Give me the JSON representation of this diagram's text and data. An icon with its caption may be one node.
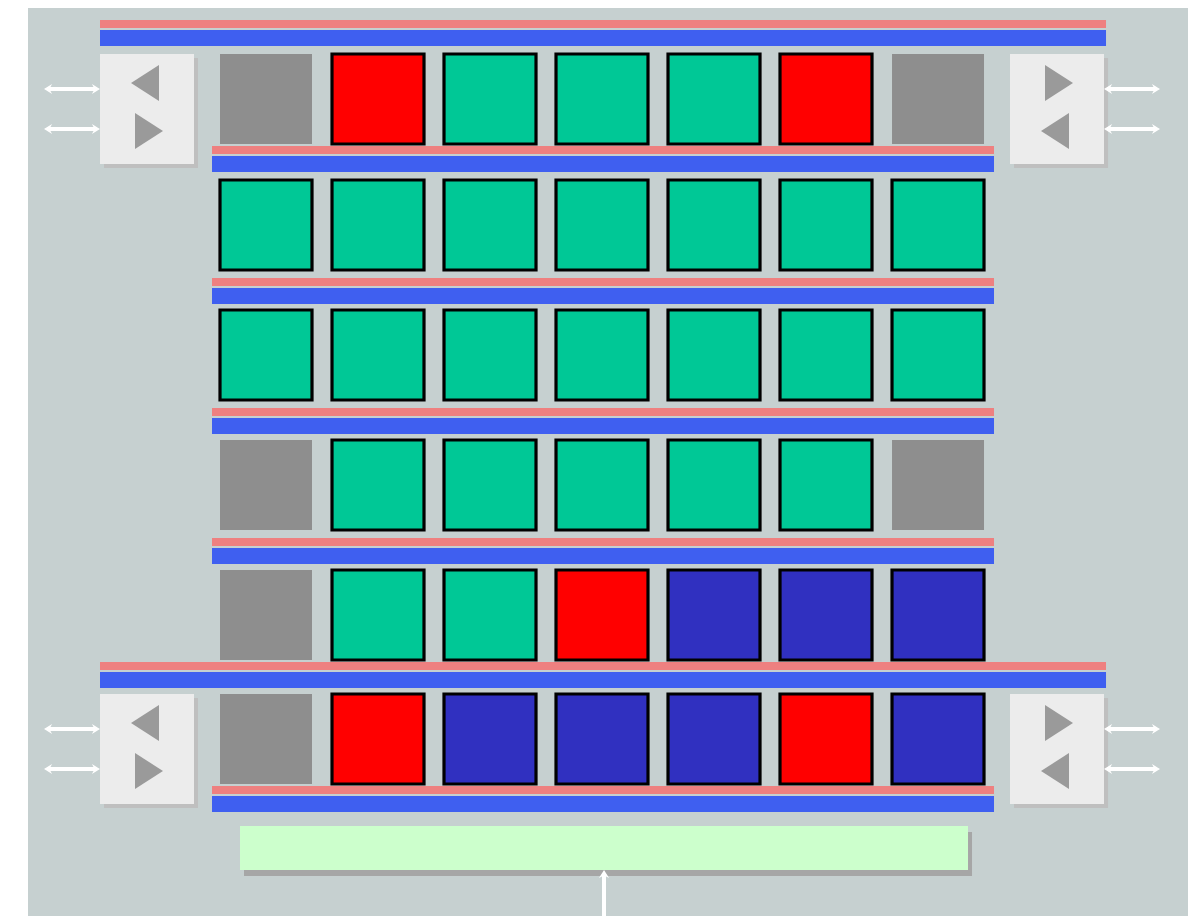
{
  "diagram": {
    "nodes": [
      {
        "text": [],
        "shape": "box"
      },
      {
        "text": [],
        "shape": "box"
      },
      {
        "text": [],
        "shape": "box"
      },
      {
        "text": [],
        "shape": "box"
      },
      {
        "text": [],
        "shape": "box"
      },
      {
        "text": [],
        "shape": "box"
      },
      {
        "text": [],
        "shape": "box"
      },
      {
        "text": [],
        "shape": "box"
      },
      {
        "text": [],
        "shape": "box"
      },
      {
        "text": [],
        "shape": "box"
      },
      {
        "text": [],
        "shape": "box"
      },
      {
        "text": [],
        "shape": "box"
      },
      {
        "text": [],
        "shape": "box"
      },
      {
        "text": [],
        "shape": "box"
      },
      {
        "text": [],
        "shape": "box"
      },
      {
        "text": [],
        "shape": "box"
      },
      {
        "text": [],
        "shape": "box"
      },
      {
        "text": [],
        "shape": "box"
      },
      {
        "text": [],
        "shape": "box"
      },
      {
        "text": [],
        "shape": "box"
      },
      {
        "text": [],
        "shape": "box"
      },
      {
        "text": [],
        "shape": "box"
      },
      {
        "text": [],
        "shape": "box"
      },
      {
        "text": [],
        "shape": "box"
      },
      {
        "text": [],
        "shape": "box"
      },
      {
        "text": [],
        "shape": "box"
      },
      {
        "text": [],
        "shape": "box"
      },
      {
        "text": [],
        "shape": "box"
      },
      {
        "text": [],
        "shape": "box"
      },
      {
        "text": [],
        "shape": "box"
      },
      {
        "text": [],
        "shape": "box"
      },
      {
        "text": [],
        "shape": "box"
      },
      {
        "text": [],
        "shape": "box"
      },
      {
        "text": [],
        "shape": "box"
      },
      {
        "text": [],
        "shape": "box"
      },
      {
        "text": [],
        "shape": "box"
      },
      {
        "text": [],
        "shape": "box"
      },
      {
        "text": [],
        "shape": "box"
      },
      {
        "text": [],
        "shape": "box"
      },
      {
        "text": [],
        "shape": "box"
      },
      {
        "text": [],
        "shape": "box"
      },
      {
        "text": [],
        "shape": "box"
      },
      {
        "text": [],
        "shape": "box"
      },
      {
        "text": [],
        "shape": "box"
      },
      {
        "text": [],
        "shape": "box"
      },
      {
        "text": [],
        "shape": "box"
      },
      {
        "text": [],
        "shape": "bar"
      }
    ],
    "edges": [
      {
        "from": null,
        "to": 0,
        "arrow": "both"
      },
      {
        "from": null,
        "to": 0,
        "arrow": "both"
      },
      {
        "from": null,
        "to": 8,
        "arrow": "both"
      },
      {
        "from": null,
        "to": 8,
        "arrow": "both"
      },
      {
        "from": null,
        "to": 37,
        "arrow": "both"
      },
      {
        "from": null,
        "to": 37,
        "arrow": "both"
      },
      {
        "from": null,
        "to": 45,
        "arrow": "both"
      },
      {
        "from": null,
        "to": 45,
        "arrow": "both"
      },
      {
        "from": null,
        "to": 46,
        "arrow": "to"
      }
    ]
  }
}
